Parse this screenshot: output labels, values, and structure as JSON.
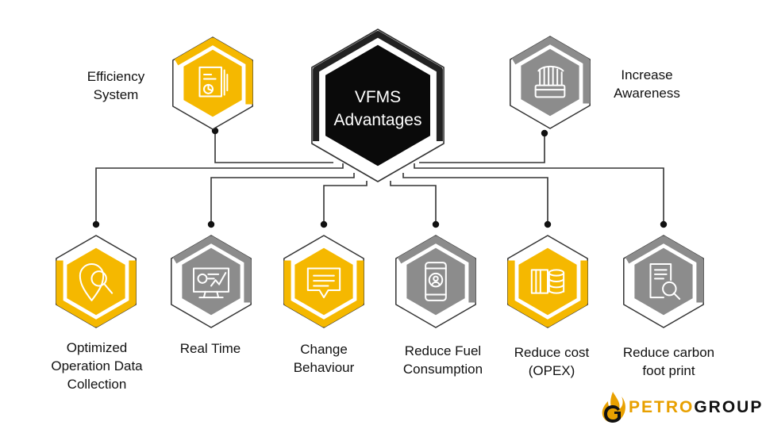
{
  "center": {
    "line1": "VFMS",
    "line2": "Advantages"
  },
  "top_nodes": [
    {
      "line1": "Efficiency",
      "line2": "System",
      "icon": "chart-document-icon",
      "color": "#F5B800"
    },
    {
      "line1": "Increase",
      "line2": "Awareness",
      "icon": "card-stack-icon",
      "color": "#8C8C8C"
    }
  ],
  "bottom_nodes": [
    {
      "lines": [
        "Optimized",
        "Operation Data",
        "Collection"
      ],
      "icon": "location-search-icon",
      "color": "#F5B800"
    },
    {
      "lines": [
        "Real Time"
      ],
      "icon": "monitor-chart-icon",
      "color": "#8C8C8C"
    },
    {
      "lines": [
        "Change",
        "Behaviour"
      ],
      "icon": "message-icon",
      "color": "#F5B800"
    },
    {
      "lines": [
        "Reduce Fuel",
        "Consumption"
      ],
      "icon": "mobile-user-icon",
      "color": "#8C8C8C"
    },
    {
      "lines": [
        "Reduce cost",
        "(OPEX)"
      ],
      "icon": "money-coins-icon",
      "color": "#F5B800"
    },
    {
      "lines": [
        "Reduce carbon",
        "foot print"
      ],
      "icon": "document-search-icon",
      "color": "#8C8C8C"
    }
  ],
  "logo": {
    "part1": "PETRO",
    "part2": "GROUP"
  },
  "colors": {
    "accent": "#F5B800",
    "gray": "#8C8C8C",
    "center": "#0A0A0A",
    "line": "#333333"
  }
}
